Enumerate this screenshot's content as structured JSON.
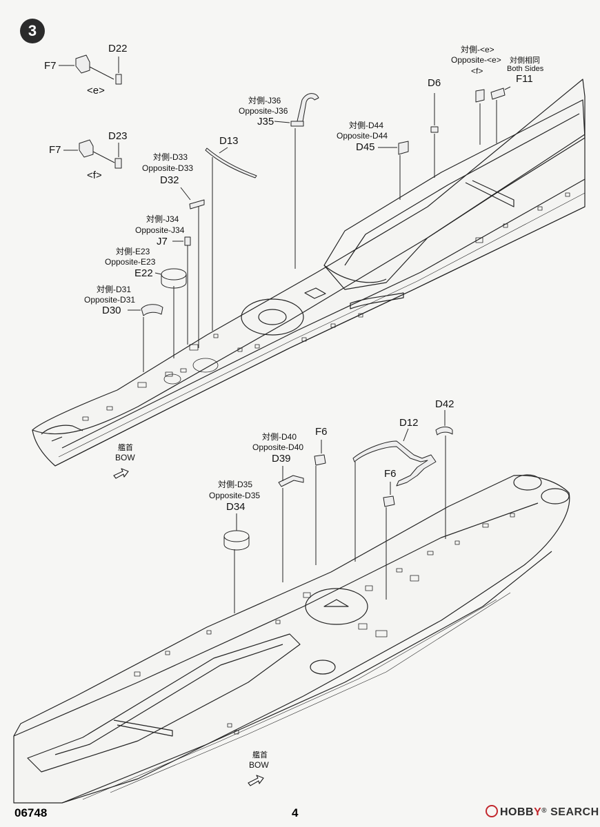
{
  "page": {
    "step": "3",
    "code": "06748",
    "number": "4",
    "watermark": {
      "logo_text": "HOBBY",
      "brand_a": "HOBB",
      "brand_b": "Y",
      "rest": " SEARCH",
      "mark": "®"
    }
  },
  "upper": {
    "f7_e": "F7",
    "d22": "D22",
    "e_tag": "<e>",
    "f7_f": "F7",
    "d23": "D23",
    "f_tag": "<f>",
    "d13": "D13",
    "d33_cn": "対側-D33",
    "d33_en": "Opposite-D33",
    "d32": "D32",
    "j34_cn": "対側-J34",
    "j34_en": "Opposite-J34",
    "j7": "J7",
    "e23_cn": "対側-E23",
    "e23_en": "Opposite-E23",
    "e22": "E22",
    "d31_cn": "対側-D31",
    "d31_en": "Opposite-D31",
    "d30": "D30",
    "j36_cn": "対側-J36",
    "j36_en": "Opposite-J36",
    "j35": "J35",
    "d44_cn": "対側-D44",
    "d44_en": "Opposite-D44",
    "d45": "D45",
    "d6": "D6",
    "opp_e_cn": "対側-<e>",
    "opp_e_en": "Opposite-<e>",
    "f_tag2": "<f>",
    "both_cn": "対側相同",
    "both_en": "Both Sides",
    "f11": "F11",
    "bow_cn": "艦首",
    "bow_en": "BOW"
  },
  "lower": {
    "d42": "D42",
    "d12": "D12",
    "d40_cn": "対側-D40",
    "d40_en": "Opposite-D40",
    "d39": "D39",
    "f6_a": "F6",
    "f6_b": "F6",
    "d35_cn": "対側-D35",
    "d35_en": "Opposite-D35",
    "d34": "D34",
    "bow_cn": "艦首",
    "bow_en": "BOW"
  }
}
